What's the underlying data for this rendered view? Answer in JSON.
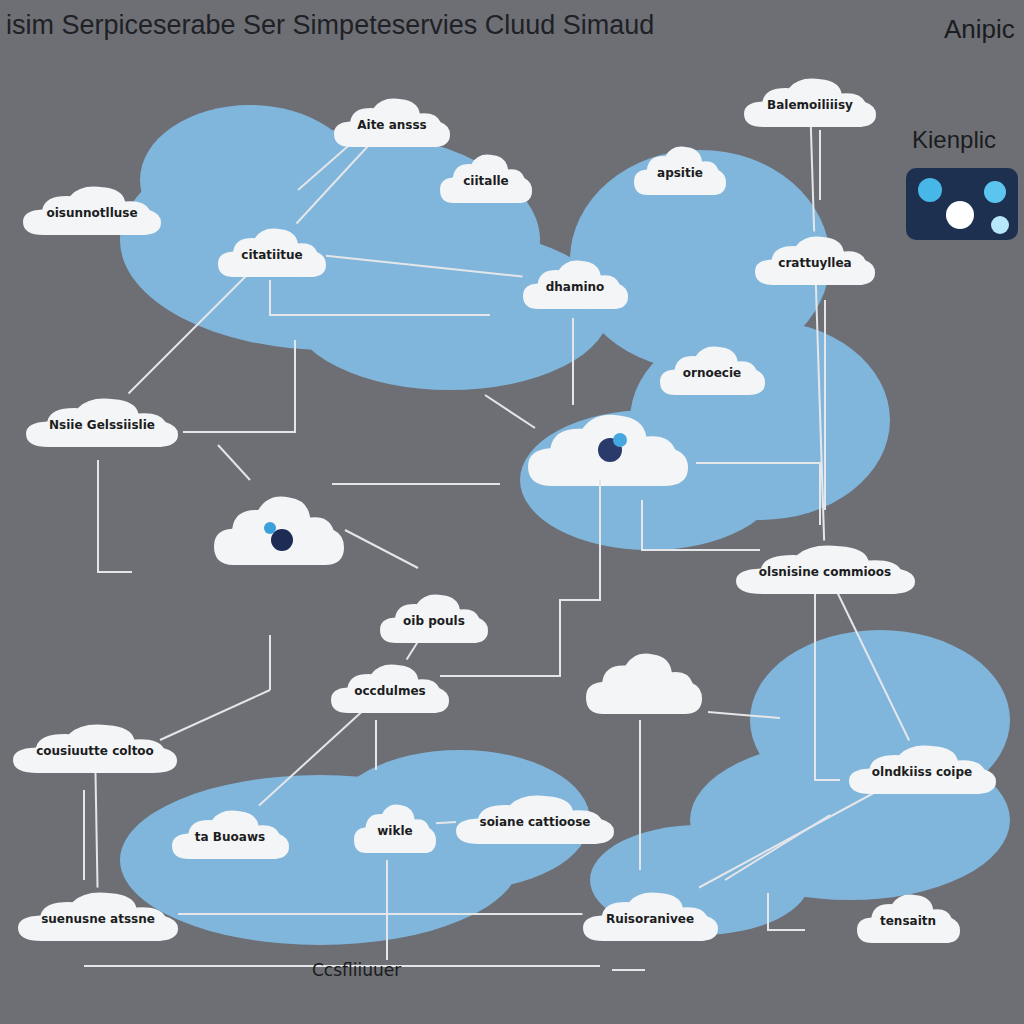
{
  "diagram": {
    "title": "isim Serpiceserabe Ser Simpeteservies Cluud Simaud",
    "nodes": [
      {
        "text": [
          "Aite ansss"
        ]
      },
      {
        "text": [
          "oisunnotlluse"
        ]
      },
      {
        "text": [
          "ciitalle"
        ]
      },
      {
        "text": [
          "citatiitue"
        ]
      },
      {
        "text": [
          "apsitie"
        ]
      },
      {
        "text": [
          "Balemoiliiisy"
        ]
      },
      {
        "text": [
          "dhamino"
        ]
      },
      {
        "text": [
          "crattuyllea"
        ]
      },
      {
        "text": [
          "ornoecie"
        ]
      },
      {
        "text": [
          "Nsiie Gelssiislie"
        ]
      },
      {
        "text": [
          "olsnisine commioos"
        ]
      },
      {
        "text": [
          "oib pouls"
        ]
      },
      {
        "text": [
          "occdulmes"
        ]
      },
      {
        "text": [
          "cousiuutte coltoo"
        ]
      },
      {
        "text": [
          "ta Buoaws"
        ]
      },
      {
        "text": [
          "wikle"
        ]
      },
      {
        "text": [
          "soiane cattioose"
        ]
      },
      {
        "text": [
          "olndkiiss coipe"
        ]
      },
      {
        "text": [
          "suenusne atssne"
        ]
      },
      {
        "text": [
          "Ruisoranivee"
        ]
      },
      {
        "text": [
          "tensaitn"
        ]
      }
    ],
    "edges": [
      {
        "from": 0,
        "to": 3,
        "arrow": "none"
      },
      {
        "from": 3,
        "to": 6,
        "arrow": "none"
      },
      {
        "from": 3,
        "to": 9,
        "arrow": "none"
      },
      {
        "from": 5,
        "to": 7,
        "arrow": "none"
      },
      {
        "from": 7,
        "to": 10,
        "arrow": "none"
      },
      {
        "from": 11,
        "to": 12,
        "arrow": "none"
      },
      {
        "from": 12,
        "to": 14,
        "arrow": "none"
      },
      {
        "from": 13,
        "to": 18,
        "arrow": "none"
      },
      {
        "from": 18,
        "to": 19,
        "arrow": "none"
      },
      {
        "from": 17,
        "to": 19,
        "arrow": "none"
      },
      {
        "from": 10,
        "to": 17,
        "arrow": "none"
      },
      {
        "from": 15,
        "to": 16,
        "arrow": "none"
      }
    ],
    "labels": [
      "Anipic",
      "Kienplic",
      "Ccsfliiuuer"
    ]
  }
}
